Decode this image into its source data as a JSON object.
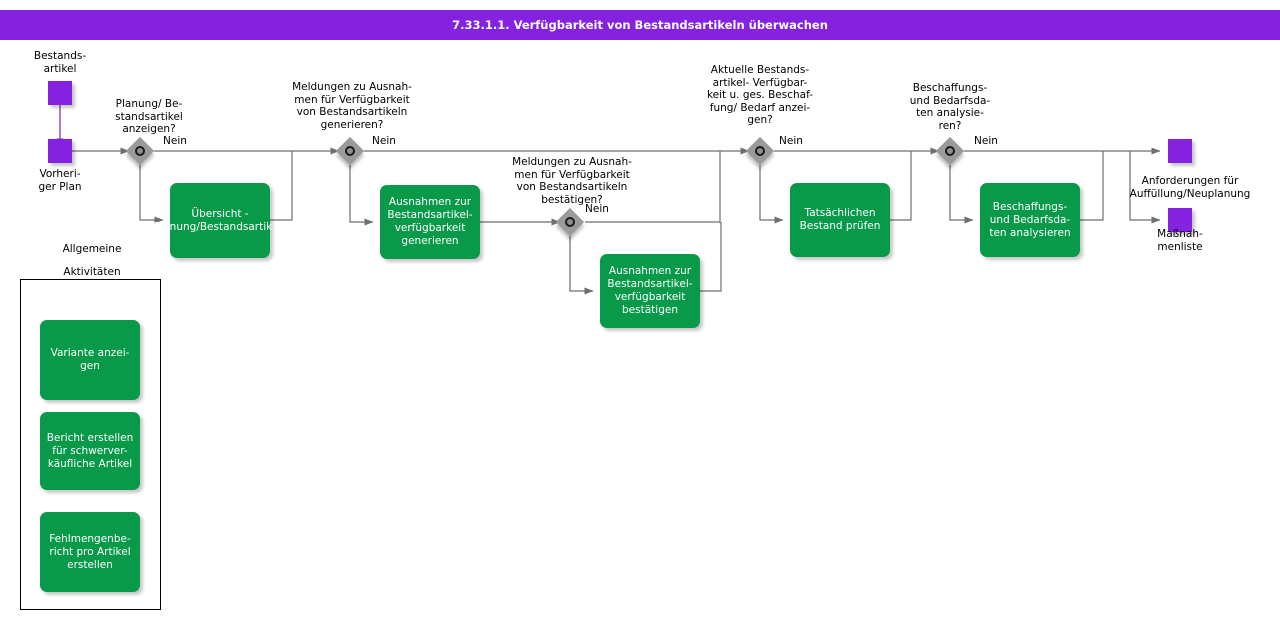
{
  "header": {
    "title": "7.33.1.1. Verfügbarkeit von Bestandsartikeln überwachen",
    "bar_color": "#8522e0"
  },
  "palette": {
    "task_green": "#089949",
    "data_purple": "#8522e0",
    "gateway_gray": "#9a9a9a",
    "line_gray": "#6f6f6f",
    "text_black": "#000000",
    "task_text": "#ffffff"
  },
  "data_objects": [
    {
      "id": "bestandsartikel",
      "label": "Bestands-\nartikel",
      "label_pos": "above"
    },
    {
      "id": "vorheriger-plan",
      "label": "Vorheri-\nger Plan",
      "label_pos": "below"
    },
    {
      "id": "anforderungen",
      "label": "Anforderungen     für\nAuffüllung/Neuplanung",
      "label_pos": "below"
    },
    {
      "id": "massnahmenliste",
      "label": "Maßnah-\nmenliste",
      "label_pos": "below"
    }
  ],
  "gateways": [
    {
      "id": "gw-planung",
      "question": "Planung/ Be-\nstandsartikel\nanzeigen?",
      "branch_label": "Nein"
    },
    {
      "id": "gw-meldungen-gen",
      "question": "Meldungen zu Ausnah-\nmen für Verfügbarkeit\nvon Bestandsartikeln\ngenerieren?",
      "branch_label": "Nein"
    },
    {
      "id": "gw-meldungen-best",
      "question": "Meldungen zu Ausnah-\nmen für Verfügbarkeit\nvon Bestandsartikeln\nbestätigen?",
      "branch_label": "Nein"
    },
    {
      "id": "gw-aktuelle",
      "question": "Aktuelle Bestands-\nartikel- Verfügbar-\nkeit u. ges. Beschaf-\nfung/ Bedarf anzei-\ngen?",
      "branch_label": "Nein"
    },
    {
      "id": "gw-beschaffung",
      "question": "Beschaffungs-\nund Bedarfsda-\nten analysie-\nren?",
      "branch_label": "Nein"
    }
  ],
  "tasks": [
    {
      "id": "task-uebersicht",
      "label": "Übersicht -\nPlanung/Bestandsartikel"
    },
    {
      "id": "task-ausnahmen-gen",
      "label": "Ausnahmen zur\nBestandsartikel-\nverfügbarkeit\ngenerieren"
    },
    {
      "id": "task-ausnahmen-best",
      "label": "Ausnahmen zur\nBestandsartikel-\nverfügbarkeit\nbestätigen"
    },
    {
      "id": "task-bestand-pruefen",
      "label": "Tatsächlichen\nBestand prüfen"
    },
    {
      "id": "task-beschaffung",
      "label": "Beschaffungs-\nund Bedarfsda-\nten analysieren"
    }
  ],
  "generic_pool": {
    "title": "Allgemeine\n\nAktivitäten",
    "title_line1": "Allgemeine",
    "title_line2": "Aktivitäten",
    "tasks": [
      {
        "id": "task-variante",
        "label": "Variante anzei-\ngen"
      },
      {
        "id": "task-bericht",
        "label": "Bericht erstellen\nfür  schwerver-\nkäufliche  Artikel"
      },
      {
        "id": "task-fehlmengen",
        "label": "Fehlmengenbe-\nricht pro Artikel\nerstellen"
      }
    ]
  }
}
